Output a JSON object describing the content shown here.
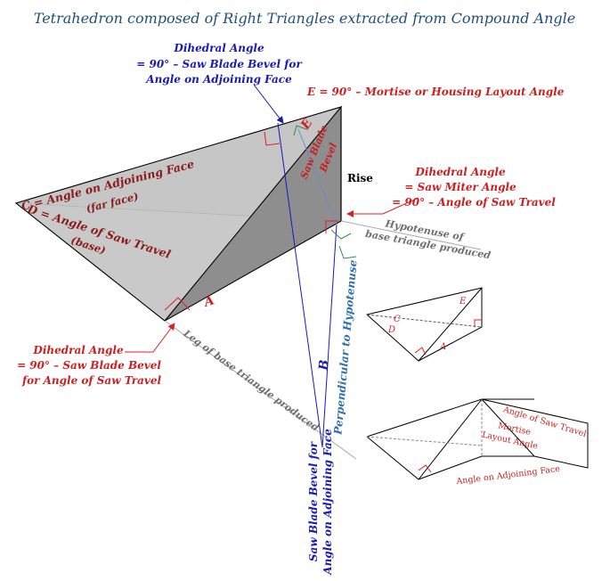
{
  "title": "Tetrahedron composed of Right Triangles extracted from Compound Angle",
  "colors": {
    "title": "#1f4e79",
    "red_label": "#cc1f1f",
    "dark_red_label": "#8b1a1a",
    "blue_label": "#1a1ab4",
    "steel_blue_label": "#2f6fb0",
    "gray_label": "#6e6e6e",
    "outline": "#000000",
    "front_face": "#c9c9c9",
    "far_face": "#a6a6a6",
    "side_face": "#8c8c8c",
    "red_marker": "#e02020",
    "green_marker": "#2e8b57",
    "blue_line": "#1a1ab4"
  },
  "labels": {
    "dihedral_top_1": "Dihedral Angle",
    "dihedral_top_2": "= 90° – Saw Blade Bevel for",
    "dihedral_top_3": "Angle on Adjoining Face",
    "e_label": "E = 90° – Mortise or Housing Layout Angle",
    "c_label": "C = Angle on Adjoining Face",
    "c_sub": "(far face)",
    "d_label": "D = Angle of Saw Travel",
    "d_sub": "(base)",
    "a_label": "A",
    "e_letter": "E",
    "saw_blade_bevel_1": "Saw Blade",
    "saw_blade_bevel_2": "Bevel",
    "rise": "Rise",
    "dihedral_right_1": "Dihedral Angle",
    "dihedral_right_2": "= Saw Miter Angle",
    "dihedral_right_3": "= 90° – Angle of Saw Travel",
    "hypotenuse_1": "Hypotenuse of",
    "hypotenuse_2": "base triangle produced",
    "perpendicular": "Perpendicular to Hypotenuse",
    "b_label": "B",
    "dihedral_left_1": "Dihedral Angle",
    "dihedral_left_2": "= 90° – Saw Blade Bevel",
    "dihedral_left_3": "for Angle of Saw Travel",
    "leg_label": "Leg of base triangle produced",
    "saw_bevel_bottom_1": "Saw Blade Bevel for",
    "saw_bevel_bottom_2": "Angle on Adjoining Face",
    "small_c": "C",
    "small_d": "D",
    "small_e": "E",
    "small_a": "A",
    "box_saw_travel": "Angle of Saw Travel",
    "box_mortise_1": "Mortise",
    "box_mortise_2": "Layout Angle",
    "box_adjoining": "Angle on Adjoining Face"
  }
}
